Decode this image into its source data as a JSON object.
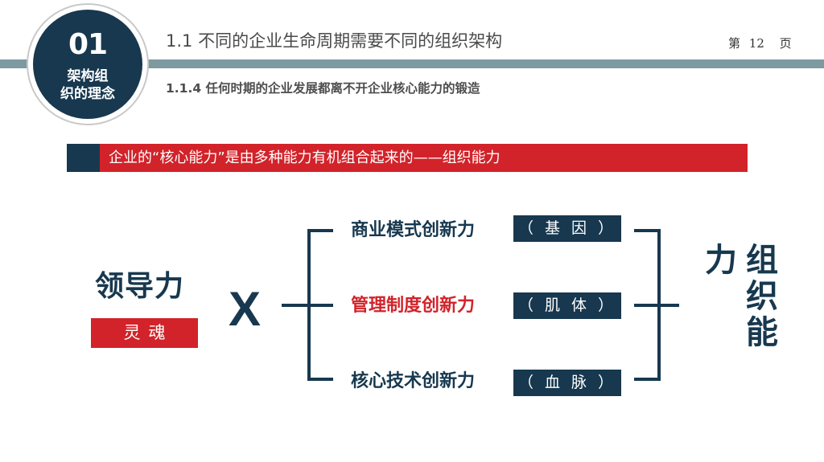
{
  "header": {
    "badge_number": "01",
    "badge_line1": "架构组",
    "badge_line2": "织的理念",
    "title": "1.1 不同的企业生命周期需要不同的组织架构",
    "subtitle": "1.1.4 任何时期的企业发展都离不开企业核心能力的锻造",
    "page_prefix": "第",
    "page_number": "12",
    "page_suffix": "页"
  },
  "banner": {
    "text": "企业的“核心能力”是由多种能力有机组合起来的——组织能力"
  },
  "left": {
    "title": "领导力",
    "label": "灵魂"
  },
  "operator": "X",
  "items": [
    {
      "text": "商业模式创新力",
      "tag": "（ 基 因 ）",
      "color": "#17384f"
    },
    {
      "text": "管理制度创新力",
      "tag": "（ 肌 体 ）",
      "color": "#d2232a"
    },
    {
      "text": "核心技术创新力",
      "tag": "（ 血 脉 ）",
      "color": "#17384f"
    }
  ],
  "result": {
    "col1": "力",
    "col2_1": "组",
    "col2_2": "织",
    "col2_3": "能"
  },
  "colors": {
    "navy": "#17384f",
    "red": "#d2232a",
    "bar": "#7d9aa0"
  }
}
